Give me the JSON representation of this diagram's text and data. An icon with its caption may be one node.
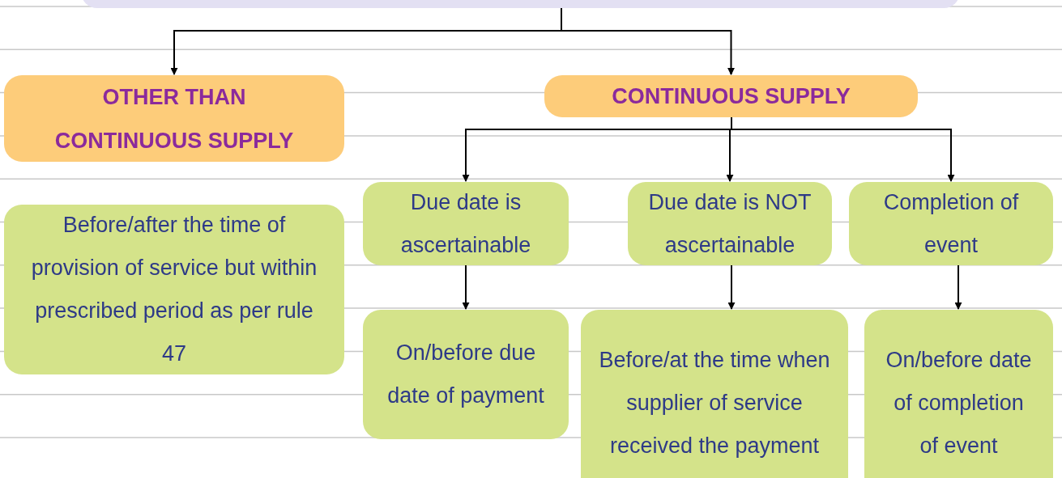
{
  "diagram": {
    "nodes": [
      {
        "text": [],
        "shape": "box"
      },
      {
        "text": [
          "OTHER THAN CONTINUOUS SUPPLY"
        ]
      },
      {
        "text": [
          "CONTINUOUS SUPPLY"
        ]
      },
      {
        "text": [
          "Before/after the time of provision of service but within prescribed period as per rule 47"
        ]
      },
      {
        "text": [
          "Due date is ascertainable"
        ]
      },
      {
        "text": [
          "Due date is NOT ascertainable"
        ]
      },
      {
        "text": [
          "Completion of event"
        ]
      },
      {
        "text": [
          "On/before due date of payment"
        ]
      },
      {
        "text": [
          "Before/at the time when supplier of service received the payment"
        ]
      },
      {
        "text": [
          "On/before date of completion of event"
        ]
      }
    ],
    "edges": [
      {
        "from": 0,
        "to": 1,
        "arrow": "to"
      },
      {
        "from": 0,
        "to": 2,
        "arrow": "to"
      },
      {
        "from": 2,
        "to": 4,
        "arrow": "to"
      },
      {
        "from": 2,
        "to": 5,
        "arrow": "to"
      },
      {
        "from": 2,
        "to": 6,
        "arrow": "to"
      },
      {
        "from": 4,
        "to": 7,
        "arrow": "to"
      },
      {
        "from": 5,
        "to": 8,
        "arrow": "to"
      },
      {
        "from": 6,
        "to": 9,
        "arrow": "to"
      }
    ]
  }
}
